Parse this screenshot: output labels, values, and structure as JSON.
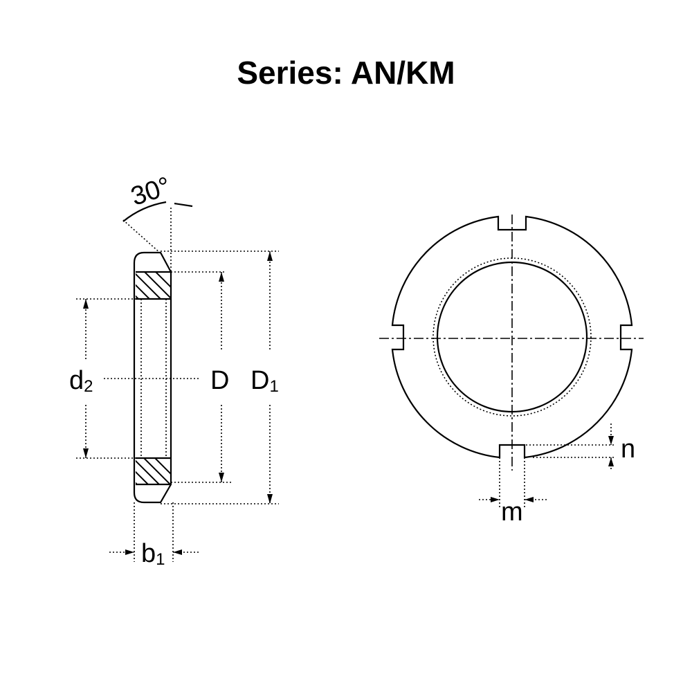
{
  "title": "Series: AN/KM",
  "labels": {
    "angle": "30°",
    "d2": "d",
    "d2_sub": "2",
    "D": "D",
    "D1": "D",
    "D1_sub": "1",
    "b1": "b",
    "b1_sub": "1",
    "n": "n",
    "m": "m"
  }
}
